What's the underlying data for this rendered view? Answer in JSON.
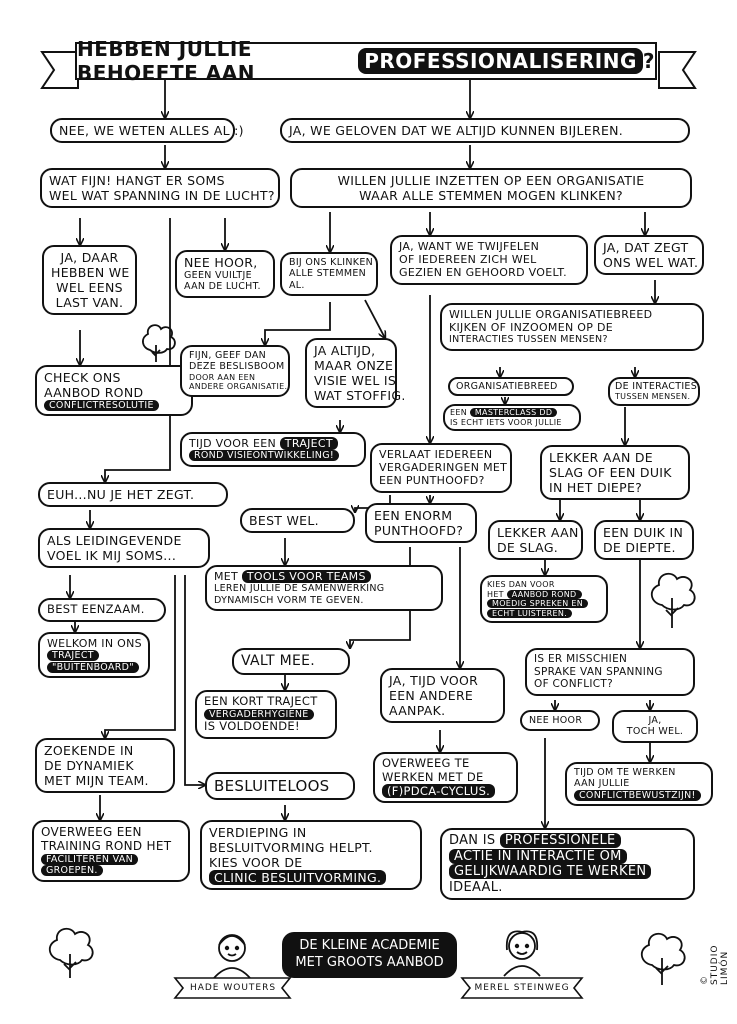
{
  "title": {
    "prefix": "HEBBEN JULLIE BEHOEFTE AAN",
    "highlight": "PROFESSIONALISERING",
    "suffix": "?"
  },
  "nodes": {
    "n1": {
      "lines": [
        "NEE, WE WETEN ALLES AL :)"
      ]
    },
    "n2": {
      "lines": [
        "JA, WE GELOVEN DAT WE ALTIJD KUNNEN BIJLEREN."
      ]
    },
    "n3": {
      "lines": [
        "WAT FIJN! HANGT ER SOMS",
        "WEL WAT SPANNING IN DE LUCHT?"
      ]
    },
    "n4": {
      "lines": [
        "WILLEN JULLIE INZETTEN OP EEN ORGANISATIE",
        "WAAR ALLE STEMMEN MOGEN KLINKEN?"
      ]
    },
    "n5": {
      "lines": [
        "JA, DAAR",
        "HEBBEN WE",
        "WEL EENS",
        "LAST VAN."
      ]
    },
    "n6": {
      "lines": [
        "NEE HOOR,",
        "GEEN VUILTJE",
        "AAN DE LUCHT."
      ]
    },
    "n7": {
      "lines": [
        "BIJ ONS KLINKEN",
        "ALLE STEMMEN",
        "AL."
      ]
    },
    "n8": {
      "lines": [
        "JA, WANT WE TWIJFELEN",
        "OF IEDEREEN ZICH WEL",
        "GEZIEN EN GEHOORD VOELT."
      ]
    },
    "n9": {
      "lines": [
        "JA, DAT ZEGT",
        "ONS WEL WAT."
      ]
    },
    "n10": {
      "lines": [
        "WILLEN JULLIE ORGANISATIEBREED",
        "KIJKEN OF INZOOMEN OP DE",
        "INTERACTIES TUSSEN MENSEN?"
      ]
    },
    "n11": {
      "line1": "CHECK ONS",
      "line2": "AANBOD ROND",
      "hl": "CONFLICTRESOLUTIE"
    },
    "n12": {
      "lines": [
        "FIJN, GEEF DAN",
        "DEZE BESLISBOOM",
        "DOOR AAN EEN",
        "ANDERE ORGANISATIE."
      ]
    },
    "n13": {
      "lines": [
        "JA ALTIJD,",
        "MAAR ONZE",
        "VISIE WEL IS",
        "WAT STOFFIG."
      ]
    },
    "n14": {
      "lines": [
        "ORGANISATIEBREED"
      ]
    },
    "n15": {
      "lines": [
        "DE INTERACTIES",
        "TUSSEN MENSEN."
      ]
    },
    "n16": {
      "pre": "EEN",
      "hl": "MASTERCLASS DD",
      "line2": "IS ECHT IETS VOOR JULLIE"
    },
    "n17": {
      "pre": "TIJD VOOR EEN",
      "hl1": "TRAJECT",
      "hl2": "ROND VISIEONTWIKKELING!"
    },
    "n18": {
      "lines": [
        "VERLAAT IEDEREEN",
        "VERGADERINGEN MET",
        "EEN PUNTHOOFD?"
      ]
    },
    "n19": {
      "lines": [
        "LEKKER AAN DE",
        "SLAG OF EEN DUIK",
        "IN HET DIEPE?"
      ]
    },
    "n20": {
      "lines": [
        "EUH...NU JE HET ZEGT."
      ]
    },
    "n21": {
      "lines": [
        "BEST WEL."
      ]
    },
    "n22": {
      "lines": [
        "EEN ENORM",
        "PUNTHOOFD?"
      ]
    },
    "n23": {
      "lines": [
        "LEKKER AAN",
        "DE SLAG."
      ]
    },
    "n24": {
      "lines": [
        "EEN DUIK IN",
        "DE DIEPTE."
      ]
    },
    "n25": {
      "lines": [
        "ALS LEIDINGEVENDE",
        "VOEL IK MIJ SOMS..."
      ]
    },
    "n26": {
      "pre": "MET",
      "hl": "TOOLS VOOR TEAMS",
      "line2": "LEREN JULLIE DE SAMENWERKING",
      "line3": "DYNAMISCH VORM TE GEVEN."
    },
    "n27": {
      "line1": "KIES DAN VOOR",
      "pre": "HET",
      "hl1": "AANBOD ROND",
      "hl2": "MOEDIG SPREKEN EN",
      "hl3": "ECHT LUISTEREN."
    },
    "n28": {
      "lines": [
        "BEST EENZAAM."
      ]
    },
    "n29": {
      "line1": "WELKOM IN ONS",
      "hl1": "TRAJECT",
      "hl2": "\"BUITENBOARD\""
    },
    "n30": {
      "lines": [
        "VALT MEE."
      ]
    },
    "n31": {
      "lines": [
        "IS ER MISSCHIEN",
        "SPRAKE VAN SPANNING",
        "OF CONFLICT?"
      ]
    },
    "n32": {
      "line1": "EEN KORT TRAJECT",
      "hl": "VERGADERHYGIËNE",
      "line3": "IS VOLDOENDE!"
    },
    "n33": {
      "lines": [
        "JA, TIJD VOOR",
        "EEN ANDERE",
        "AANPAK."
      ]
    },
    "n34": {
      "lines": [
        "NEE HOOR"
      ]
    },
    "n35": {
      "lines": [
        "JA,",
        "TOCH WEL."
      ]
    },
    "n36": {
      "lines": [
        "ZOEKENDE IN",
        "DE DYNAMIEK",
        "MET MIJN TEAM."
      ]
    },
    "n37": {
      "lines": [
        "BESLUITELOOS"
      ]
    },
    "n38": {
      "line1": "OVERWEEG TE",
      "line2": "WERKEN MET DE",
      "hl": "(F)PDCA-CYCLUS."
    },
    "n39": {
      "line1": "TIJD OM TE WERKEN",
      "line2": "AAN JULLIE",
      "hl": "CONFLICTBEWUSTZIJN!"
    },
    "n40": {
      "line1": "OVERWEEG EEN",
      "line2": "TRAINING ROND HET",
      "hl1": "FACILITEREN VAN",
      "hl2": "GROEPEN."
    },
    "n41": {
      "line1": "VERDIEPING IN",
      "line2": "BESLUITVORMING HELPT.",
      "line3": "KIES VOOR DE",
      "hl": "CLINIC BESLUITVORMING."
    },
    "n42": {
      "pre": "DAN IS",
      "hl1": "PROFESSIONELE",
      "hl2": "ACTIE IN INTERACTIE OM",
      "hl3": "GELIJKWAARDIG TE WERKEN",
      "line4": "IDEAAL."
    }
  },
  "footer": {
    "academy_line1": "DE KLEINE ACADEMIE",
    "academy_line2": "MET GROOTS AANBOD",
    "person1": "HADE WOUTERS",
    "person2": "MEREL STEINWEG",
    "studio": "© STUDIO LIMÓN"
  }
}
